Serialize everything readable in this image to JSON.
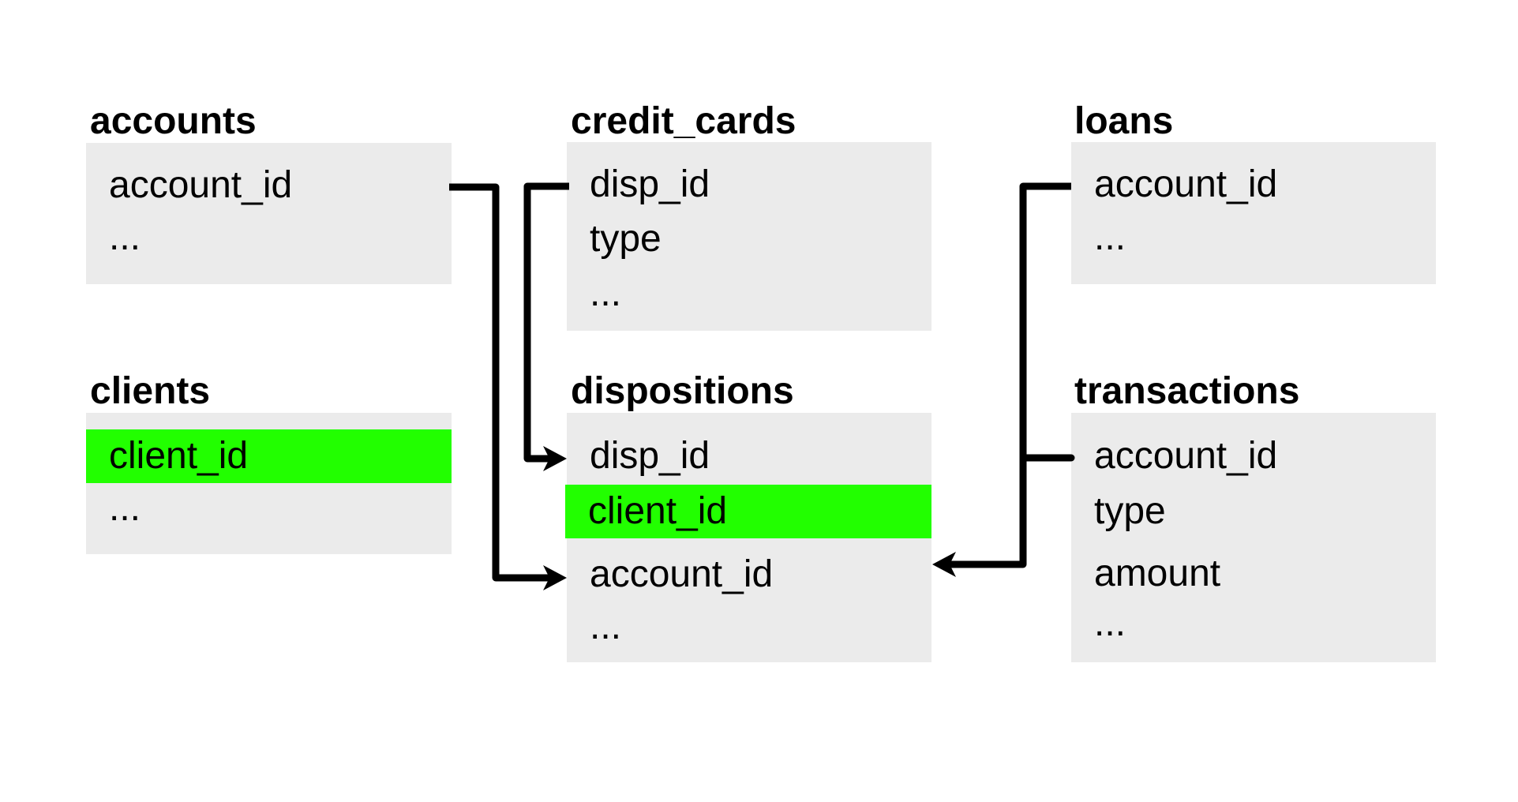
{
  "tables": {
    "accounts": {
      "title": "accounts",
      "fields": [
        "account_id",
        "..."
      ]
    },
    "clients": {
      "title": "clients",
      "fields": [
        "client_id",
        "..."
      ]
    },
    "credit_cards": {
      "title": "credit_cards",
      "fields": [
        "disp_id",
        "type",
        "..."
      ]
    },
    "dispositions": {
      "title": "dispositions",
      "fields": [
        "disp_id",
        "client_id",
        "account_id",
        "..."
      ]
    },
    "loans": {
      "title": "loans",
      "fields": [
        "account_id",
        "..."
      ]
    },
    "transactions": {
      "title": "transactions",
      "fields": [
        "account_id",
        "type",
        "amount",
        "..."
      ]
    }
  },
  "highlight_color": "#22ff00",
  "box_color": "#ebebeb",
  "connector_color": "#000000"
}
